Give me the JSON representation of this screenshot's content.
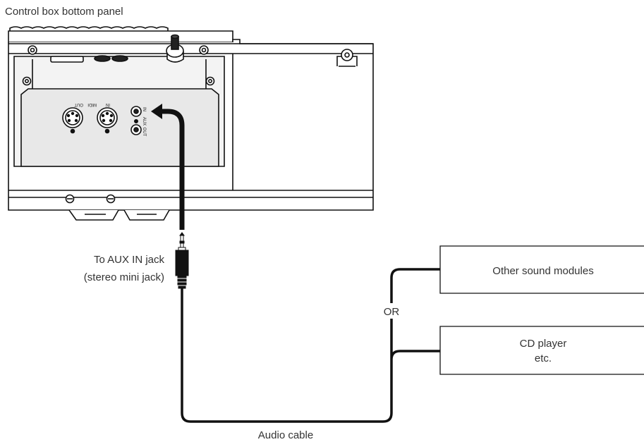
{
  "diagram": {
    "panel_title": "Control box bottom panel",
    "jack_label_line1": "To AUX IN jack",
    "jack_label_line2": "(stereo mini jack)",
    "cable_label": "Audio cable",
    "or_label": "OR",
    "device_top": "Other sound modules",
    "device_bottom_line1": "CD player",
    "device_bottom_line2": "etc.",
    "port_labels": {
      "midi_out": "OUT",
      "midi": "MIDI",
      "midi_in": "IN",
      "aux_in": "IN",
      "aux": "AUX",
      "aux_out": "OUT"
    }
  }
}
